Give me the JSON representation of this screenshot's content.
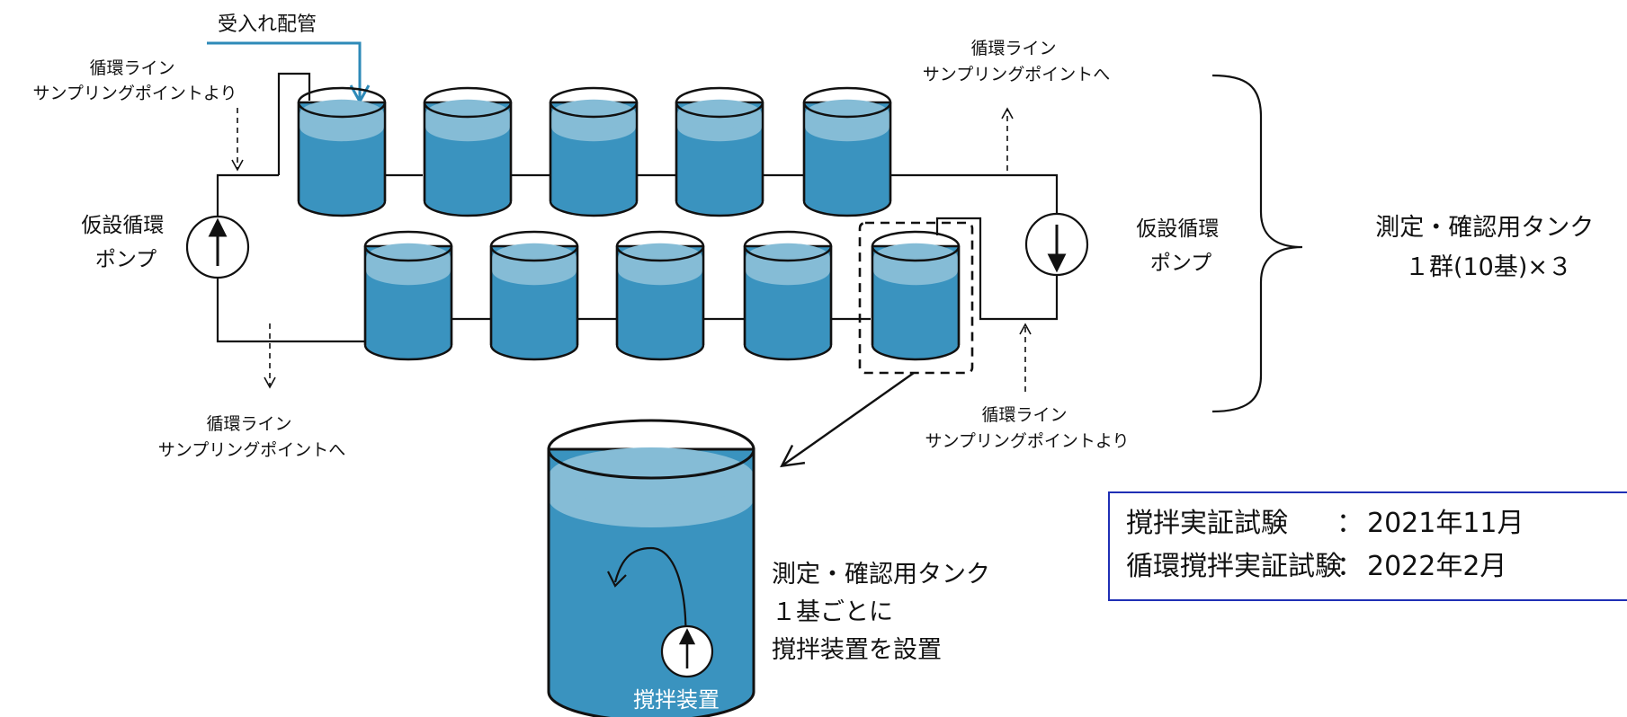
{
  "intake_pipe_label": "受入れ配管",
  "sampling_from_top_left": [
    "循環ライン",
    "サンプリングポイントより"
  ],
  "sampling_to_top_right": [
    "循環ライン",
    "サンプリングポイントへ"
  ],
  "sampling_to_bottom_left": [
    "循環ライン",
    "サンプリングポイントへ"
  ],
  "sampling_from_bottom_right": [
    "循環ライン",
    "サンプリングポイントより"
  ],
  "pump_left": [
    "仮設循環",
    "ポンプ"
  ],
  "pump_right": [
    "仮設循環",
    "ポンプ"
  ],
  "tank_group_label": [
    "測定・確認用タンク",
    "１群(10基)×３"
  ],
  "tank_detail_label": [
    "測定・確認用タンク",
    "１基ごとに",
    "撹拌装置を設置"
  ],
  "agitator_label": "撹拌装置",
  "test_schedule": [
    {
      "name": "撹拌実証試験",
      "sep": "：",
      "date": "2021年11月"
    },
    {
      "name": "循環撹拌実証試験",
      "sep": "：",
      "date": "2022年2月"
    }
  ],
  "colors": {
    "water": "#3a93bf",
    "water_surface": "#85bcd6",
    "intake_pipe": "#2e8ab8",
    "schedule_border": "#1f2fb5",
    "line": "#111111"
  }
}
